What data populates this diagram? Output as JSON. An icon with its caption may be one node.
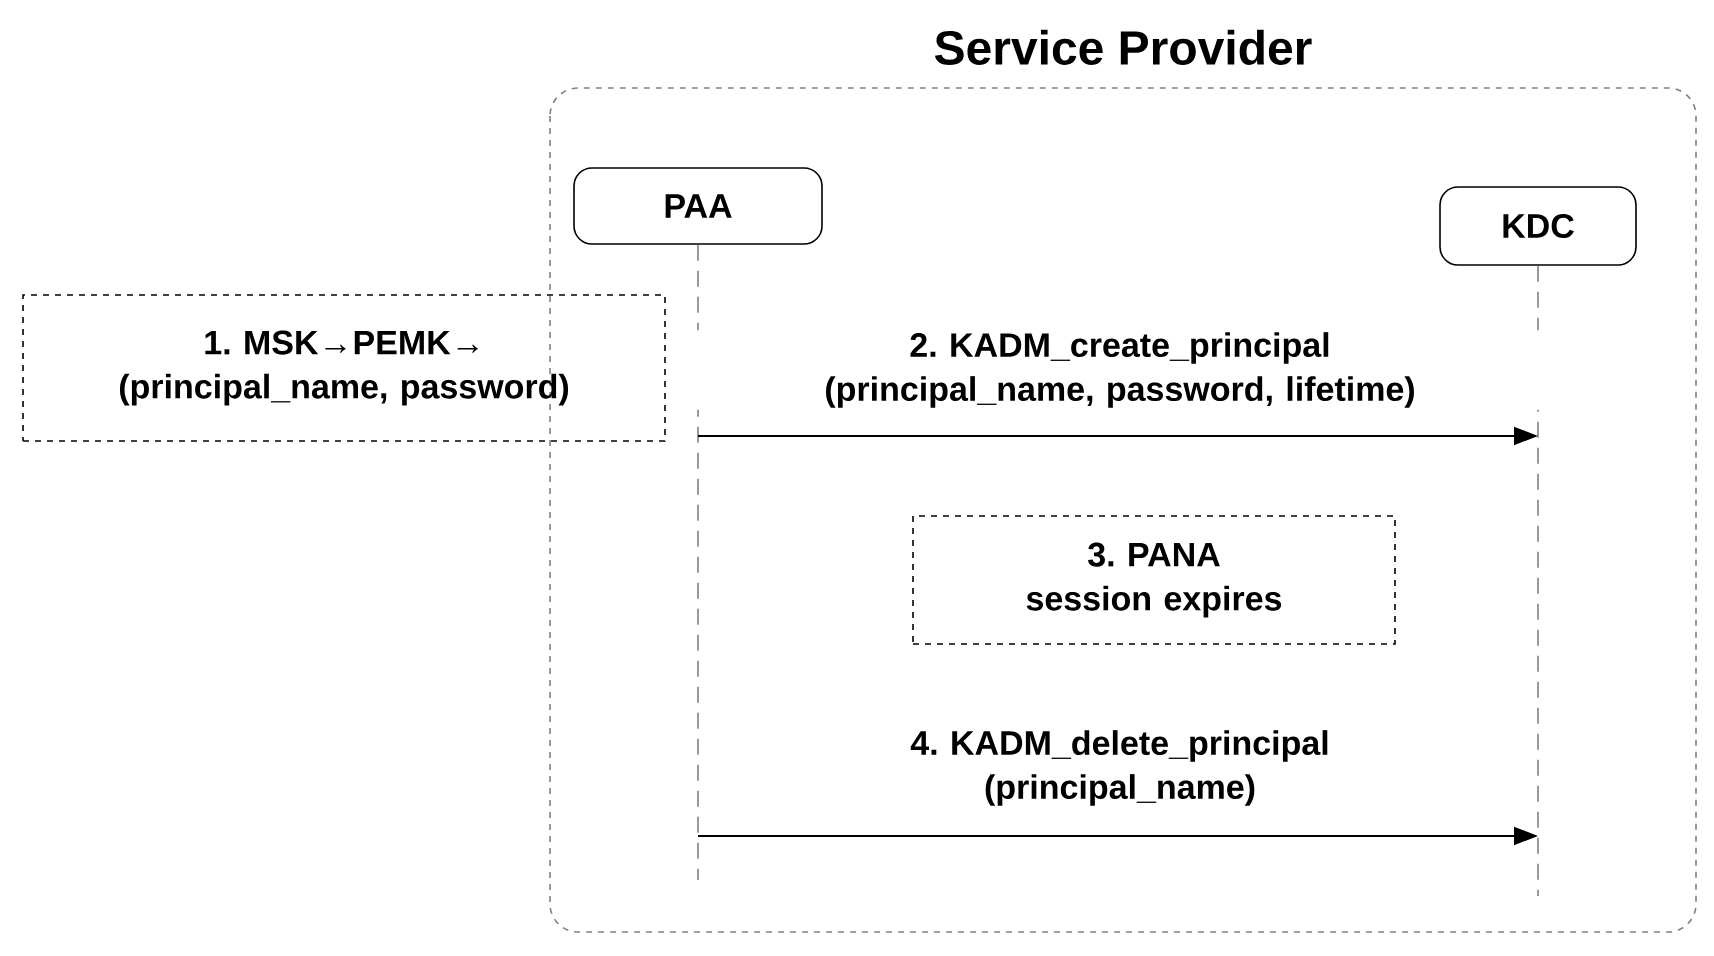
{
  "diagram": {
    "nodes": [
      {
        "text": [
          "Service Provider"
        ]
      },
      {
        "text": [
          "PAA"
        ],
        "in": 0
      },
      {
        "text": [
          "KDC"
        ],
        "in": 0
      },
      {
        "text": [
          "1. MSK→PEMK→ (principal_name, password)"
        ]
      },
      {
        "text": [
          "3. PANA session expires"
        ],
        "in": 0
      }
    ],
    "edges": [
      {
        "from": 1,
        "to": 2,
        "arrow": "to",
        "label": "2. KADM_create_principal (principal_name, password, lifetime)"
      },
      {
        "from": 1,
        "to": 2,
        "arrow": "to",
        "label": "4. KADM_delete_principal (principal_name)"
      }
    ]
  }
}
